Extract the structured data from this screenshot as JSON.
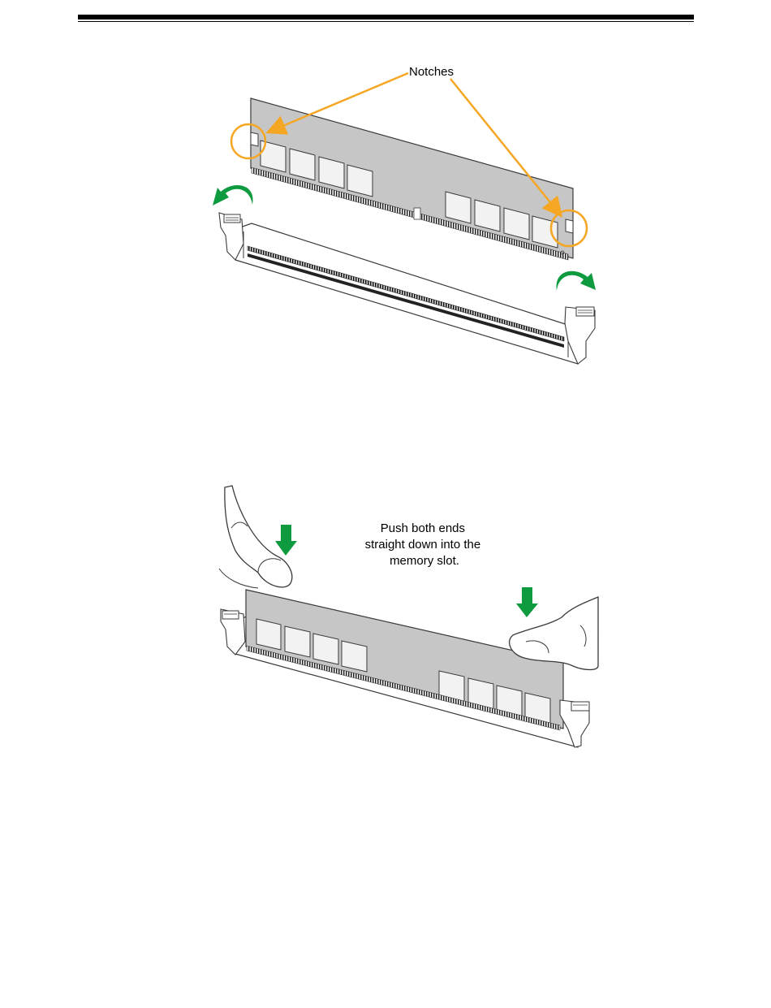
{
  "figure_top": {
    "callout_label": "Notches"
  },
  "figure_bottom": {
    "instruction_lines": [
      "Push both ends",
      "straight down into the",
      "memory slot."
    ]
  },
  "colors": {
    "callout": "#f5a623",
    "arrow_green": "#0e9a3e",
    "module_fill": "#c6c6c6",
    "chip_fill": "#f2f2f2",
    "outline": "#3a3a3a"
  }
}
